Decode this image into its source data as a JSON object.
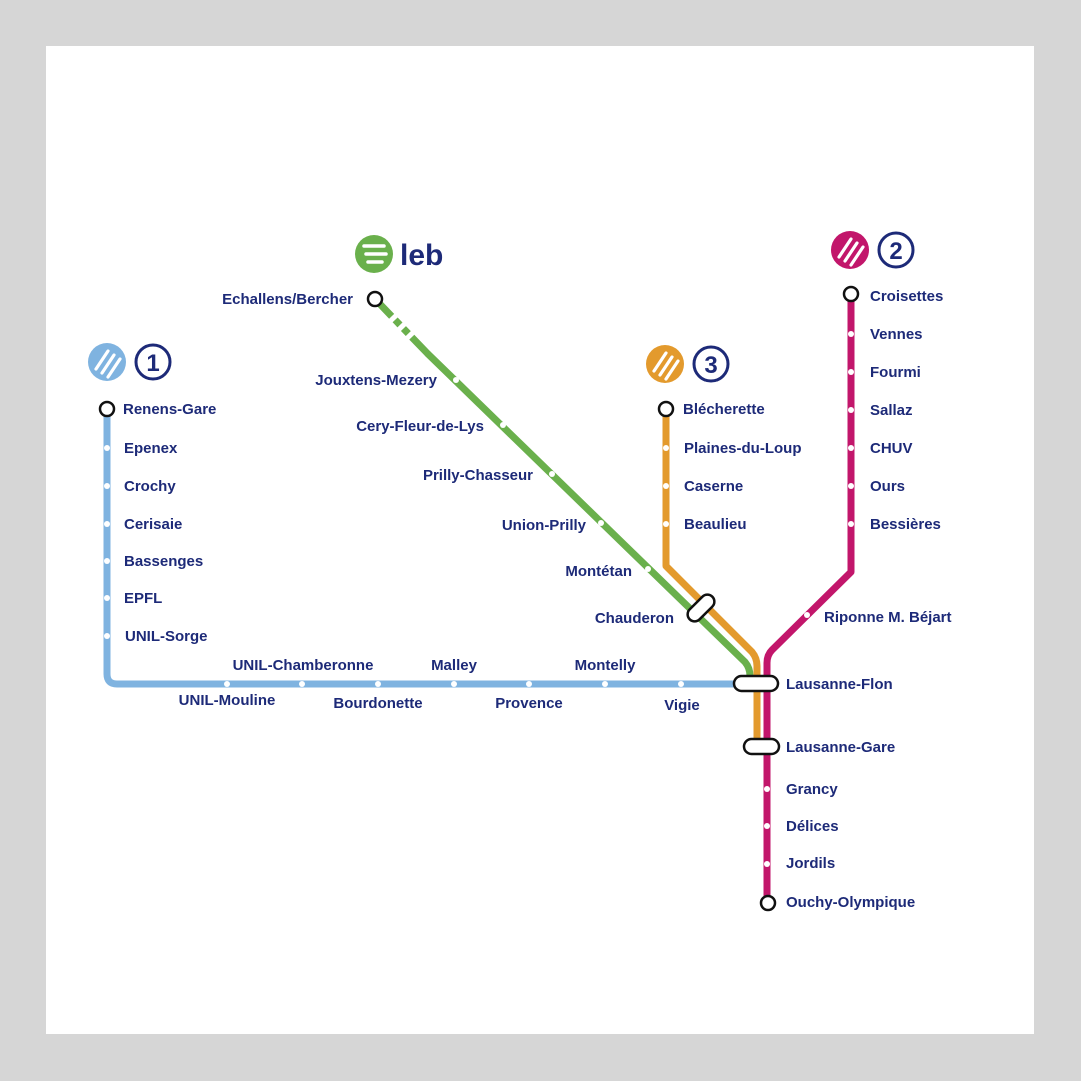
{
  "colors": {
    "m1": "#7fb3e0",
    "leb": "#6ab04c",
    "m3": "#e39a2d",
    "m2": "#c2166b",
    "text": "#1d2a78"
  },
  "lines": {
    "m1": {
      "number": "1",
      "icon": "metro-m1-icon"
    },
    "leb": {
      "label": "leb",
      "icon": "leb-logo-icon"
    },
    "m3": {
      "number": "3",
      "icon": "metro-m3-icon"
    },
    "m2": {
      "number": "2",
      "icon": "metro-m2-icon"
    }
  },
  "stations": {
    "renens_gare": "Renens-Gare",
    "epenex": "Epenex",
    "crochy": "Crochy",
    "cerisaie": "Cerisaie",
    "bassenges": "Bassenges",
    "epfl": "EPFL",
    "unil_sorge": "UNIL-Sorge",
    "unil_mouline": "UNIL-Mouline",
    "unil_chamberonne": "UNIL-Chamberonne",
    "bourdonette": "Bourdonette",
    "malley": "Malley",
    "provence": "Provence",
    "montelly": "Montelly",
    "vigie": "Vigie",
    "echallens": "Echallens/Bercher",
    "jouxtens": "Jouxtens-Mezery",
    "cery": "Cery-Fleur-de-Lys",
    "prilly_chasseur": "Prilly-Chasseur",
    "union_prilly": "Union-Prilly",
    "montetan": "Montétan",
    "chauderon": "Chauderon",
    "blecherette": "Blécherette",
    "plaines_du_loup": "Plaines-du-Loup",
    "caserne": "Caserne",
    "beaulieu": "Beaulieu",
    "croisettes": "Croisettes",
    "vennes": "Vennes",
    "fourmi": "Fourmi",
    "sallaz": "Sallaz",
    "chuv": "CHUV",
    "ours": "Ours",
    "bessieres": "Bessières",
    "riponne": "Riponne M. Béjart",
    "lausanne_flon": "Lausanne-Flon",
    "lausanne_gare": "Lausanne-Gare",
    "grancy": "Grancy",
    "delices": "Délices",
    "jordils": "Jordils",
    "ouchy": "Ouchy-Olympique"
  }
}
